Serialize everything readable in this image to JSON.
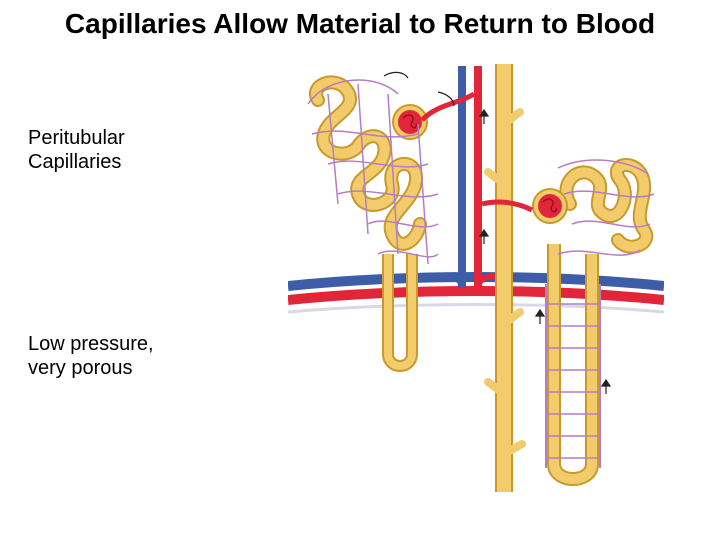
{
  "slide": {
    "title": "Capillaries Allow Material to Return to Blood"
  },
  "captions": [
    "Peritubular\nCapillaries",
    "Low pressure,\nvery porous"
  ],
  "colors": {
    "tubule": "#F2CC6B",
    "tubule_outline": "#C89A2E",
    "artery": "#E2263A",
    "vein": "#3E5DA8",
    "capillary": "#B67CC4"
  }
}
